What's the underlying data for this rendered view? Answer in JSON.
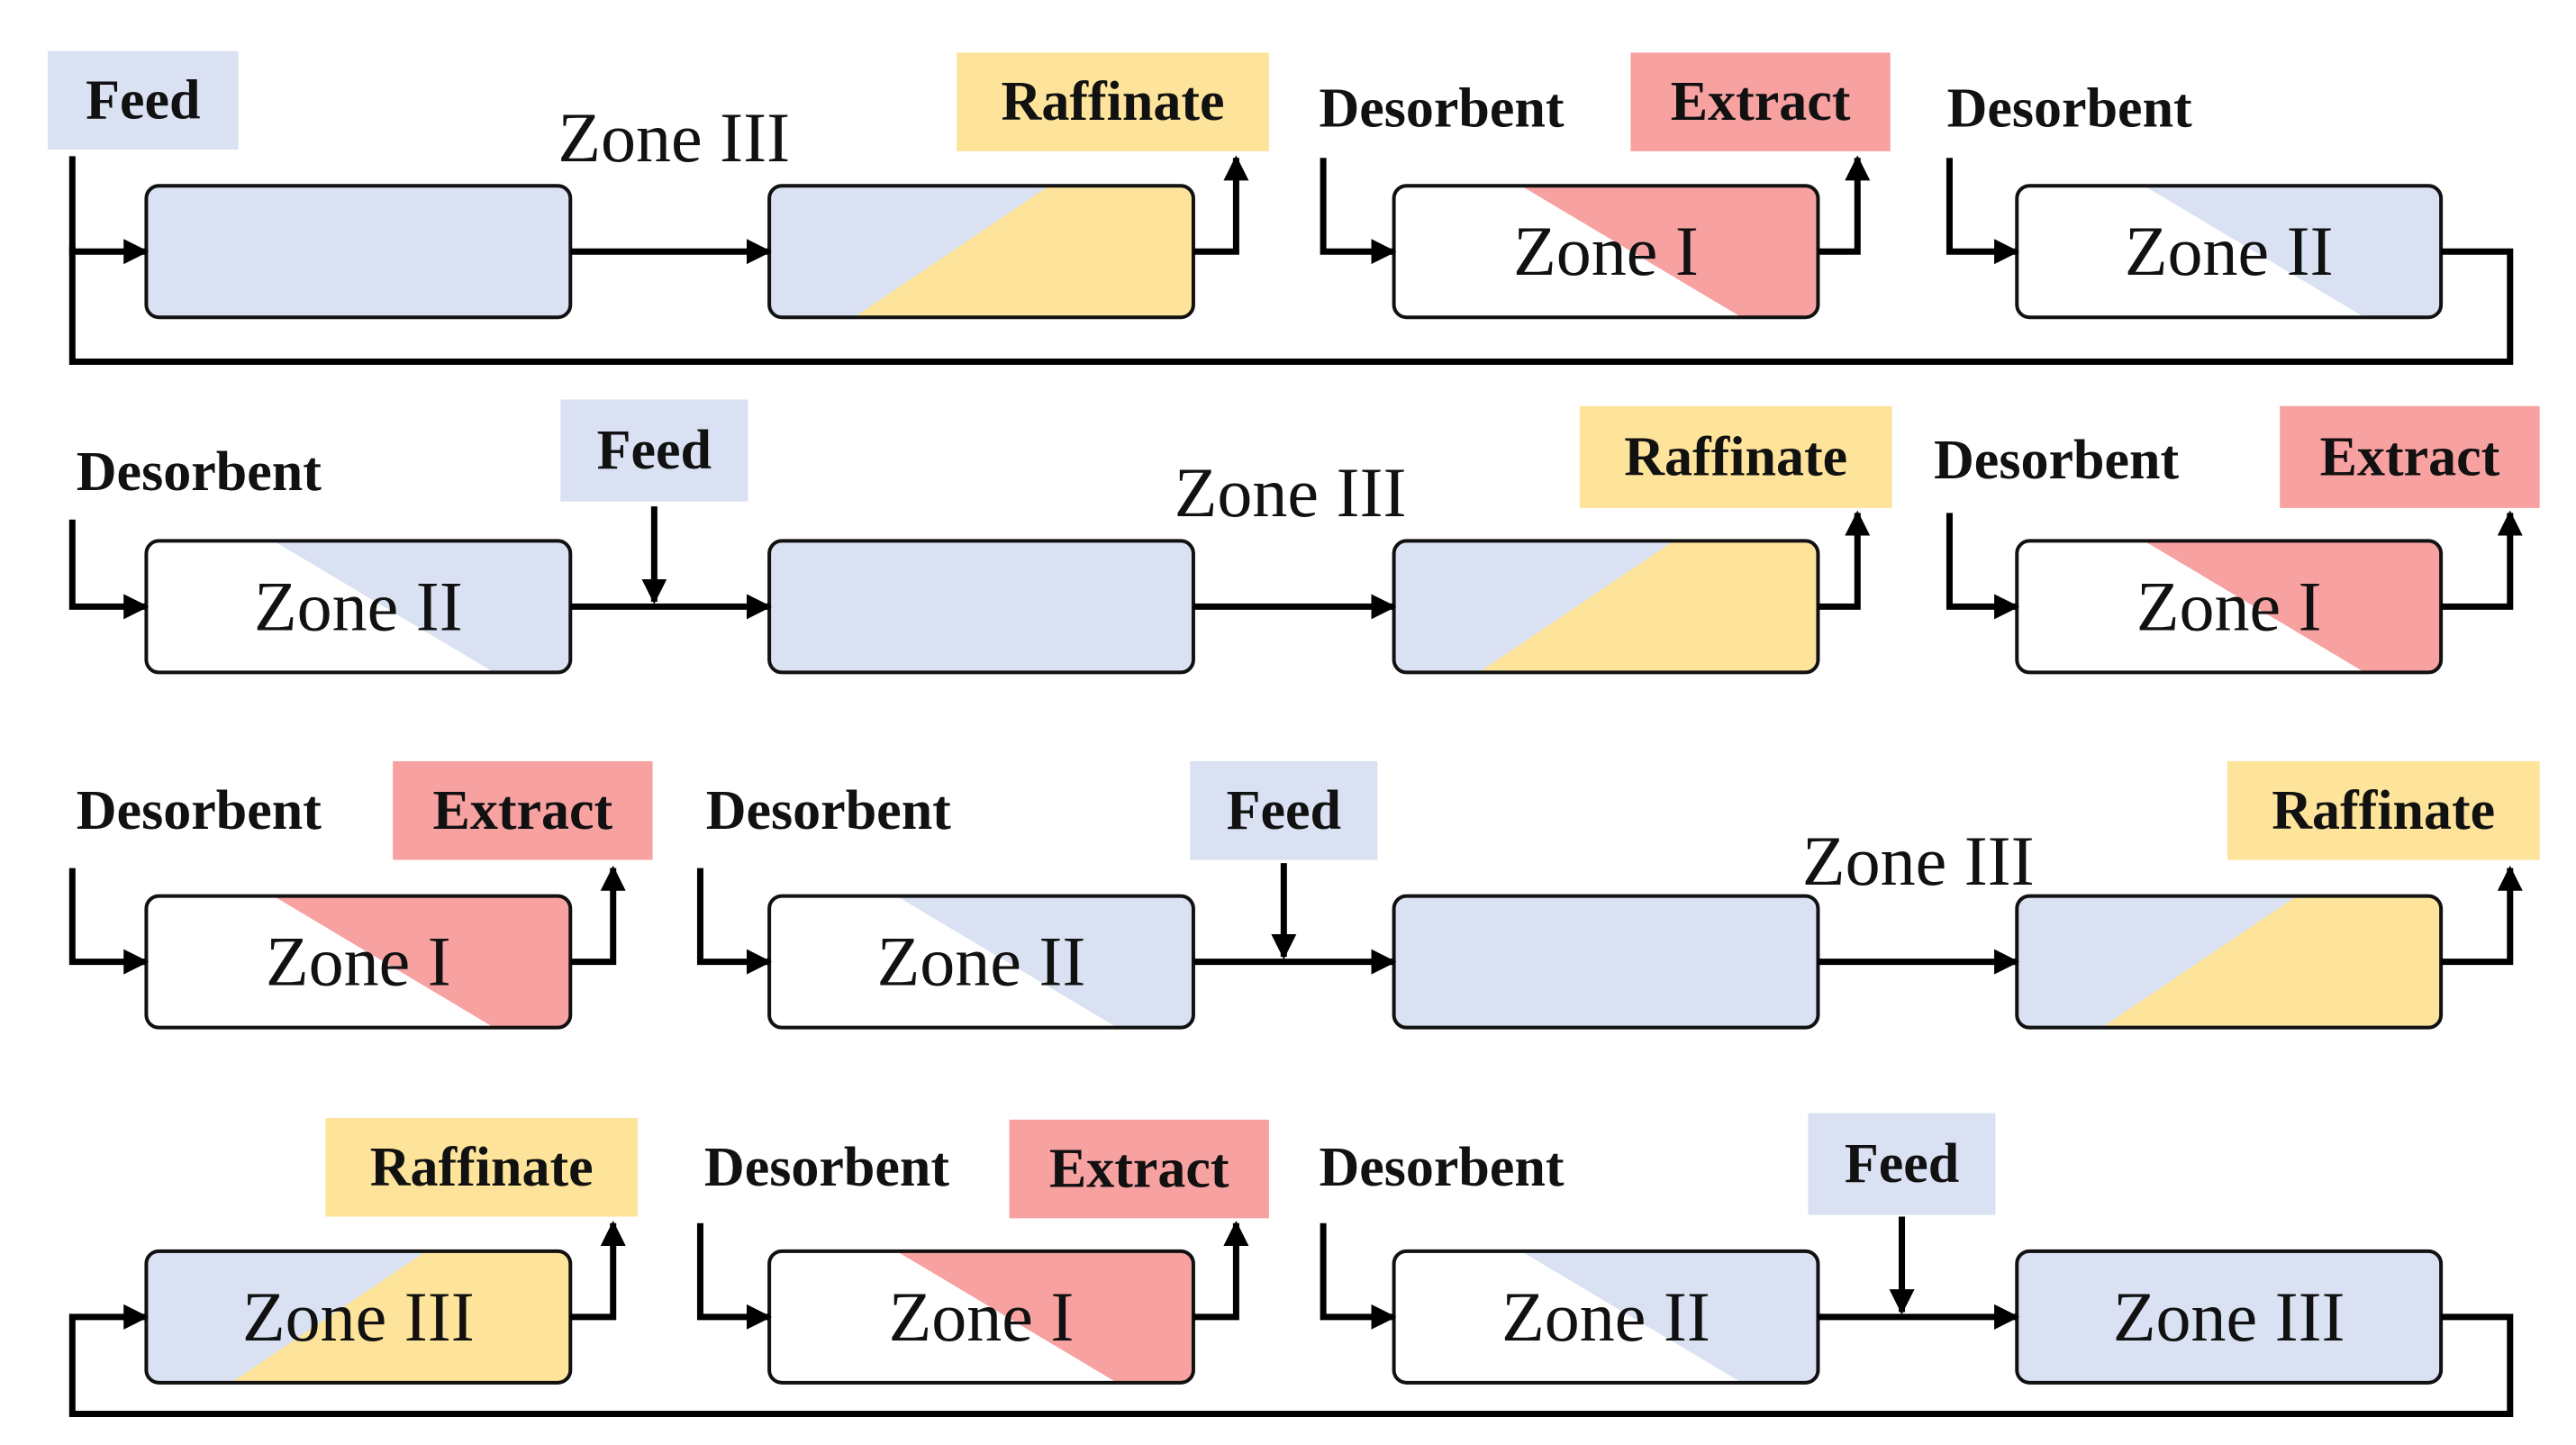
{
  "labels": {
    "feed": "Feed",
    "raffinate": "Raffinate",
    "extract": "Extract",
    "desorbent": "Desorbent"
  },
  "zones": {
    "z1": "Zone I",
    "z2": "Zone II",
    "z3": "Zone III"
  },
  "colors": {
    "feed": "#d9e1f2",
    "raffinate": "#fde49a",
    "extract": "#f7a1a1",
    "blue_fill": "#d9e1f2",
    "line": "#000000"
  },
  "rows": [
    {
      "columns": [
        {
          "id": "r1c1",
          "fill": "blue",
          "zone": null
        },
        {
          "id": "r1c2",
          "fill": "blue-yellow",
          "zone": null
        },
        {
          "id": "r1c3",
          "fill": "white-red",
          "zone": "z1"
        },
        {
          "id": "r1c4",
          "fill": "white-blue",
          "zone": "z2"
        }
      ],
      "floating_zone": "z3",
      "tags": [
        {
          "id": "r1-feed",
          "kind": "feed"
        },
        {
          "id": "r1-raff",
          "kind": "raffinate"
        },
        {
          "id": "r1-des1",
          "kind": "desorbent"
        },
        {
          "id": "r1-ext",
          "kind": "extract"
        },
        {
          "id": "r1-des2",
          "kind": "desorbent"
        }
      ]
    },
    {
      "columns": [
        {
          "id": "r2c1",
          "fill": "white-blue",
          "zone": "z2"
        },
        {
          "id": "r2c2",
          "fill": "blue",
          "zone": null
        },
        {
          "id": "r2c3",
          "fill": "blue-yellow",
          "zone": null
        },
        {
          "id": "r2c4",
          "fill": "white-red",
          "zone": "z1"
        }
      ],
      "floating_zone": "z3",
      "tags": [
        {
          "id": "r2-des1",
          "kind": "desorbent"
        },
        {
          "id": "r2-feed",
          "kind": "feed"
        },
        {
          "id": "r2-raff",
          "kind": "raffinate"
        },
        {
          "id": "r2-des2",
          "kind": "desorbent"
        },
        {
          "id": "r2-ext",
          "kind": "extract"
        }
      ]
    },
    {
      "columns": [
        {
          "id": "r3c1",
          "fill": "white-red",
          "zone": "z1"
        },
        {
          "id": "r3c2",
          "fill": "white-blue",
          "zone": "z2"
        },
        {
          "id": "r3c3",
          "fill": "blue",
          "zone": null
        },
        {
          "id": "r3c4",
          "fill": "blue-yellow",
          "zone": null
        }
      ],
      "floating_zone": "z3",
      "tags": [
        {
          "id": "r3-des1",
          "kind": "desorbent"
        },
        {
          "id": "r3-ext",
          "kind": "extract"
        },
        {
          "id": "r3-des2",
          "kind": "desorbent"
        },
        {
          "id": "r3-feed",
          "kind": "feed"
        },
        {
          "id": "r3-raff",
          "kind": "raffinate"
        }
      ]
    },
    {
      "columns": [
        {
          "id": "r4c1",
          "fill": "blue-yellow",
          "zone": "z3"
        },
        {
          "id": "r4c2",
          "fill": "white-red",
          "zone": "z1"
        },
        {
          "id": "r4c3",
          "fill": "white-blue",
          "zone": "z2"
        },
        {
          "id": "r4c4",
          "fill": "blue",
          "zone": "z3"
        }
      ],
      "floating_zone": null,
      "tags": [
        {
          "id": "r4-raff",
          "kind": "raffinate"
        },
        {
          "id": "r4-des1",
          "kind": "desorbent"
        },
        {
          "id": "r4-ext",
          "kind": "extract"
        },
        {
          "id": "r4-des2",
          "kind": "desorbent"
        },
        {
          "id": "r4-feed",
          "kind": "feed"
        }
      ]
    }
  ]
}
